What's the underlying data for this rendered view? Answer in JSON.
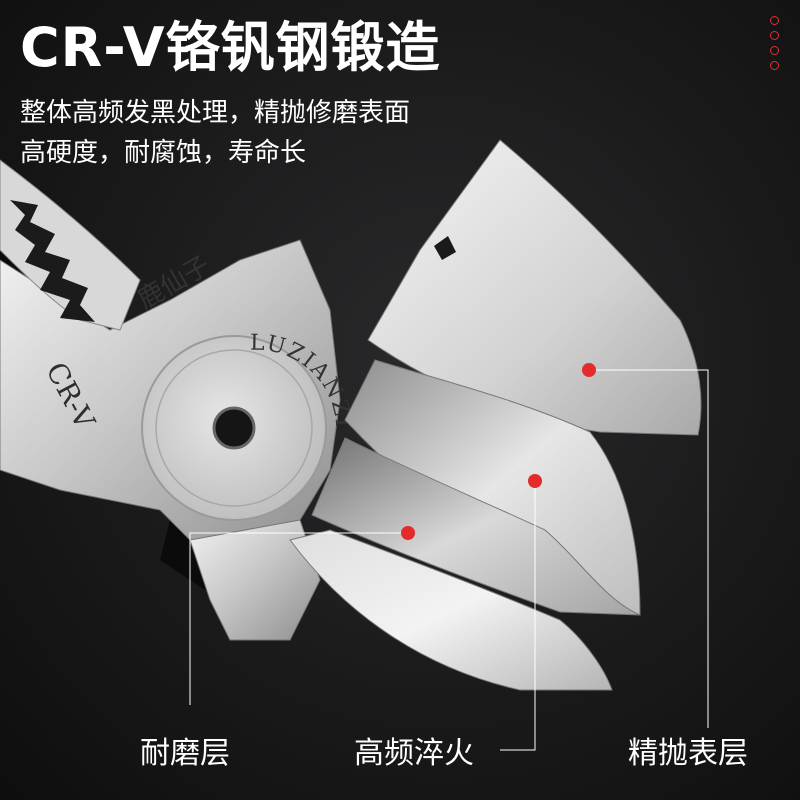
{
  "headline": "CR-V铬钒钢锻造",
  "description": {
    "line1": "整体高频发黑处理，精抛修磨表面",
    "line2": "高硬度，耐腐蚀，寿命长"
  },
  "product_markings": {
    "brand_cn": "鹿仙子",
    "material": "CR-V",
    "brand_en": "LUZIANZI"
  },
  "callouts": [
    {
      "label": "耐磨层"
    },
    {
      "label": "高频淬火"
    },
    {
      "label": "精抛表层"
    }
  ],
  "colors": {
    "background": "#1c1c1d",
    "accent": "#e42b2b",
    "text": "#ffffff"
  },
  "icons": [
    "decorative-dots-icon"
  ]
}
